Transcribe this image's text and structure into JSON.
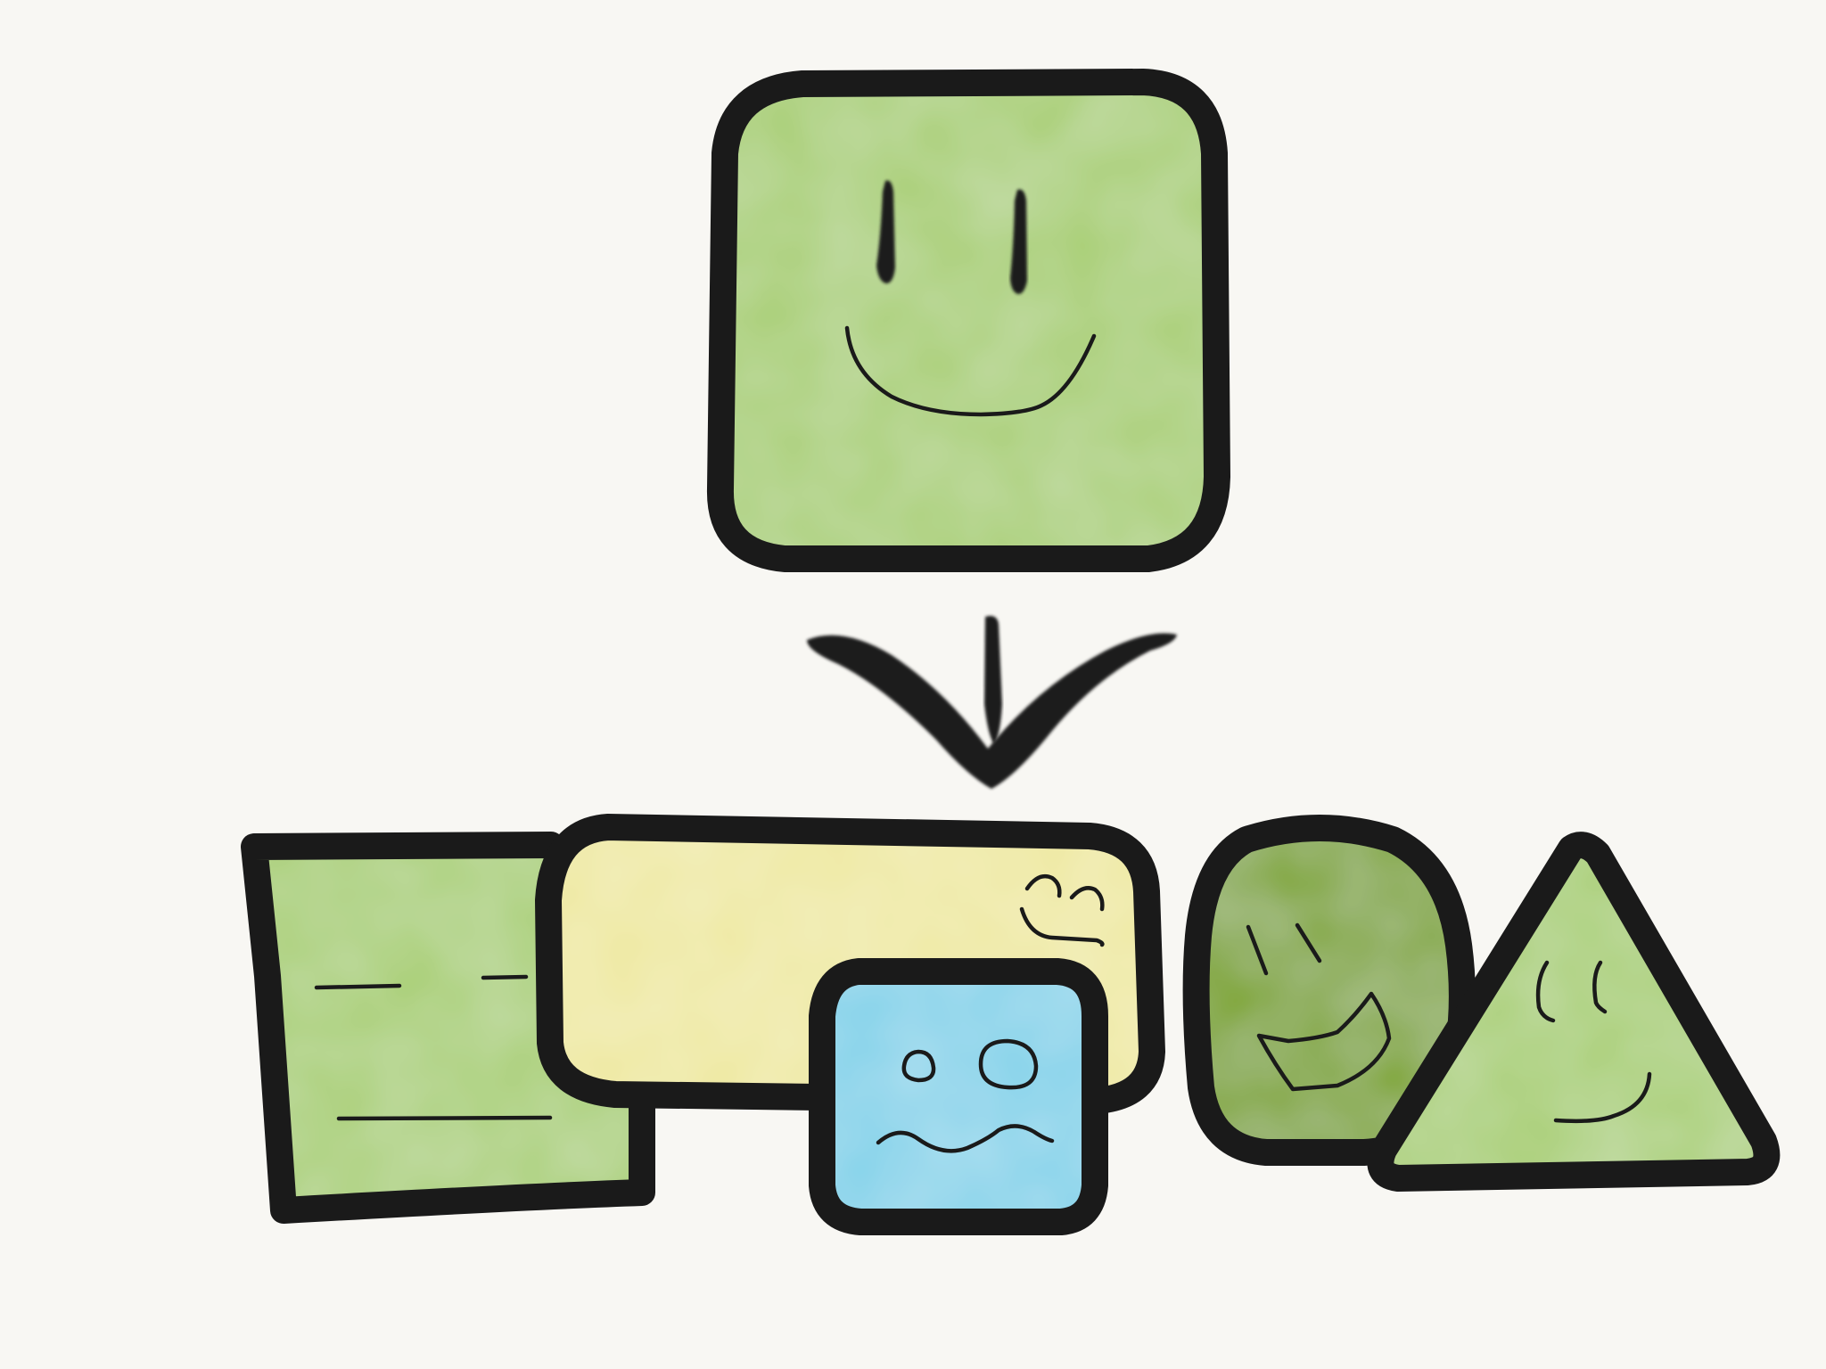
{
  "diagram": {
    "style": "hand-drawn watercolor doodle",
    "colors": {
      "ink": "#1a1a1a",
      "background": "#f8f7f3",
      "light_green": "#a9cf74",
      "dark_green": "#7ea52f",
      "yellow": "#efe9a2",
      "blue": "#84d3ea"
    },
    "top_shape": {
      "kind": "rounded-square",
      "fill": "light_green",
      "expression": "smiling"
    },
    "connector": {
      "kind": "arrow",
      "direction": "down",
      "icon": "arrow-down-icon"
    },
    "bottom_shapes": [
      {
        "kind": "square",
        "fill": "light_green",
        "expression": "neutral"
      },
      {
        "kind": "wide-rounded-rectangle",
        "fill": "yellow",
        "expression": "smiling"
      },
      {
        "kind": "small-rounded-square",
        "fill": "blue",
        "expression": "worried"
      },
      {
        "kind": "blob",
        "fill": "dark_green",
        "expression": "laughing"
      },
      {
        "kind": "triangle",
        "fill": "light_green",
        "expression": "smiling"
      }
    ]
  }
}
